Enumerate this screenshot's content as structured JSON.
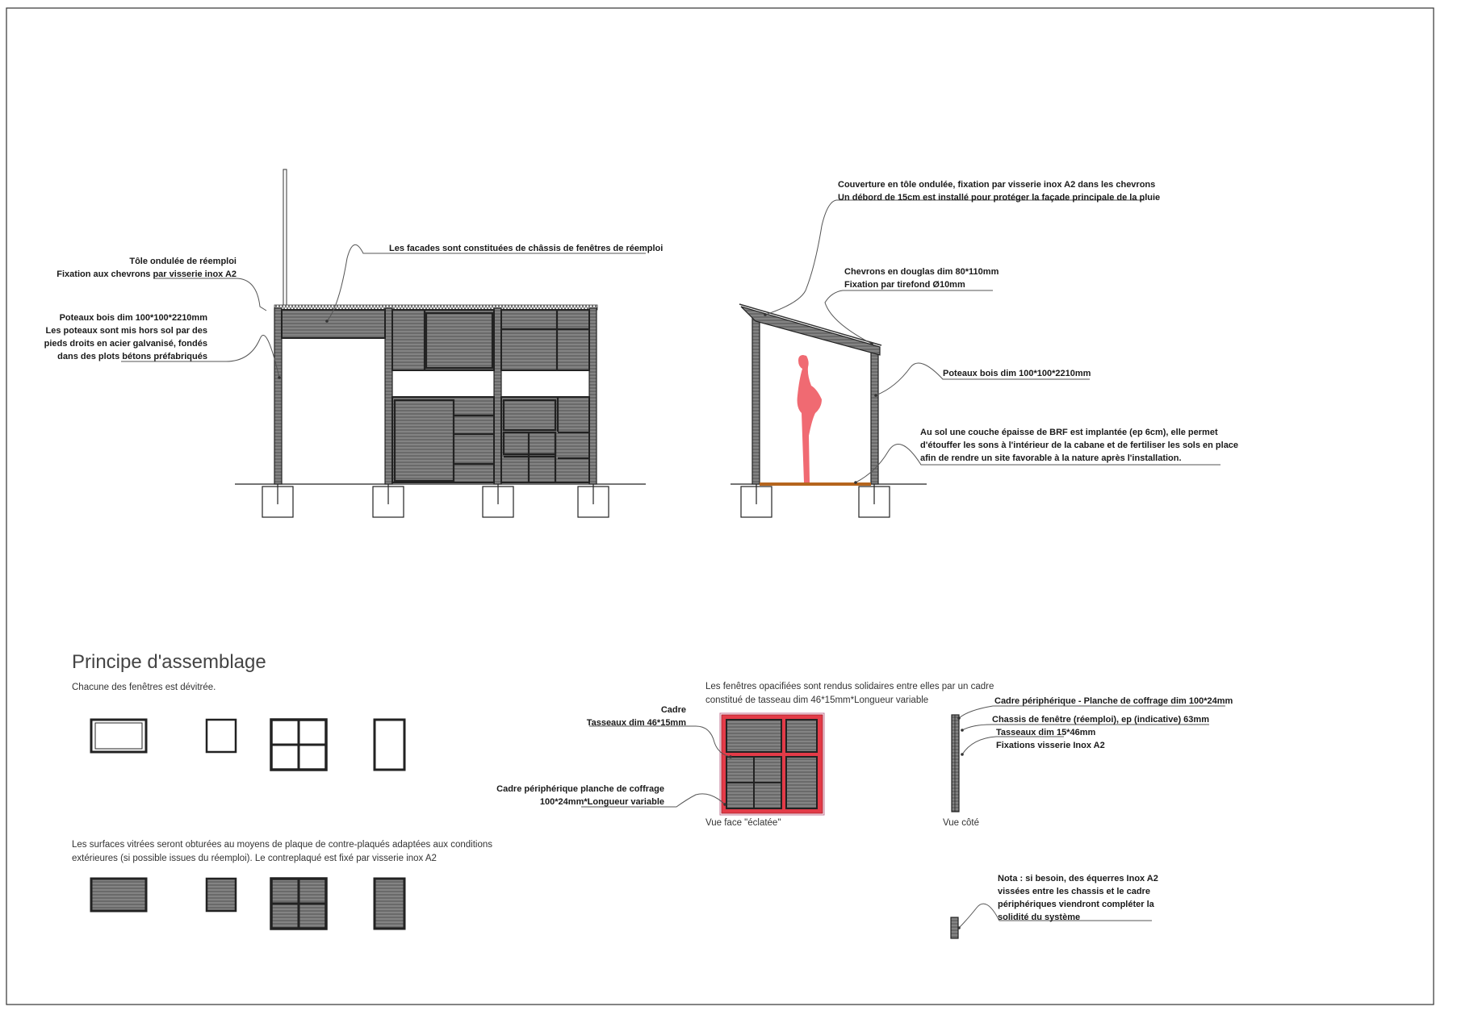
{
  "colors": {
    "line": "#1a1a1a",
    "wood_fill": "#6b6b6b",
    "frame_highlight": "#e33b48",
    "figure": "#f06a72",
    "soil": "#b5651d"
  },
  "front_elevation": {
    "label_roof": [
      "Tôle ondulée de réemploi",
      "Fixation aux chevrons par visserie inox A2"
    ],
    "label_facade": "Les facades sont constituées de châssis de fenêtres de réemploi",
    "label_posts": [
      "Poteaux bois dim 100*100*2210mm",
      "Les poteaux sont mis hors sol par des",
      "pieds droits en acier galvanisé, fondés",
      "dans des plots bétons préfabriqués"
    ]
  },
  "side_elevation": {
    "label_cover": [
      "Couverture en tôle ondulée, fixation par visserie inox A2 dans les chevrons",
      "Un débord de 15cm est installé pour protéger la façade principale de la pluie"
    ],
    "label_rafters": [
      "Chevrons en douglas dim 80*110mm",
      "Fixation par tirefond Ø10mm"
    ],
    "label_posts": "Poteaux bois dim 100*100*2210mm",
    "label_brf": [
      "Au sol une couche épaisse de BRF est implantée (ep 6cm), elle permet",
      "d'étouffer les sons à l'intérieur de la cabane et de fertiliser les sols en place",
      "afin de rendre un site favorable à la nature après l'installation."
    ]
  },
  "assembly": {
    "title": "Principe d'assemblage",
    "step1": "Chacune des fenêtres est dévitrée.",
    "step2": [
      "Les surfaces vitrées seront obturées au moyens de plaque de contre-plaqués adaptées aux conditions",
      "extérieures (si possible issues du réemploi). Le contreplaqué est fixé par visserie inox A2"
    ]
  },
  "exploded_view": {
    "intro": [
      "Les fenêtres opacifiées sont rendus solidaires entre elles par un cadre",
      "constitué de tasseau dim 46*15mm*Longueur variable"
    ],
    "label_frame": [
      "Cadre",
      "Tasseaux dim 46*15mm"
    ],
    "label_perimeter": [
      "Cadre périphérique planche de coffrage",
      "100*24mm*Longueur variable"
    ],
    "caption": "Vue face \"éclatée\""
  },
  "side_detail": {
    "label_perimeter": "Cadre périphérique - Planche de coffrage  dim 100*24mm",
    "label_chassis": "Chassis de fenêtre (réemploi), ep (indicative) 63mm",
    "label_battens": [
      "Tasseaux dim 15*46mm",
      "Fixations visserie Inox A2"
    ],
    "caption": "Vue côté"
  },
  "note": [
    "Nota : si besoin, des équerres Inox A2",
    "vissées entre les chassis et le cadre",
    "périphériques viendront compléter la",
    "solidité du système"
  ]
}
